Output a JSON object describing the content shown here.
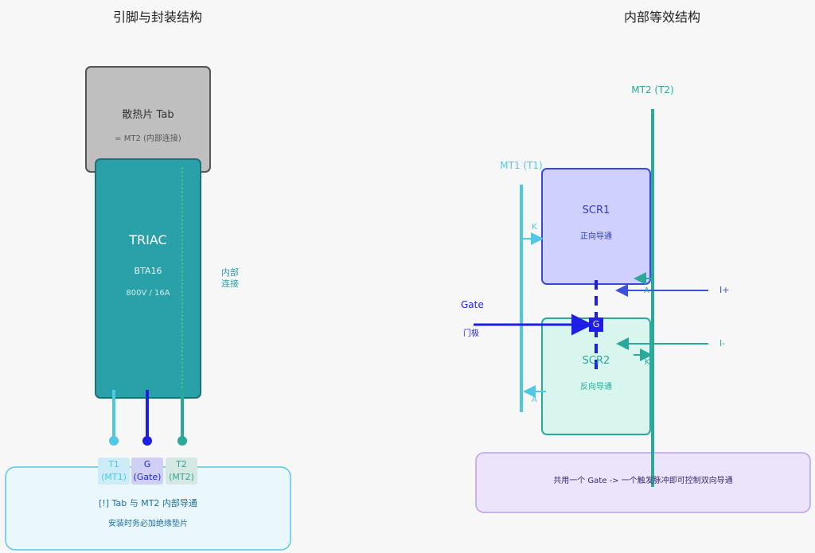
{
  "left": {
    "title": "引脚与封装结构",
    "heatsink": {
      "label": "散热片 Tab",
      "note": "= MT2 (内部连接)"
    },
    "body": {
      "name": "TRIAC",
      "model": "BTA16",
      "rating": "800V / 16A"
    },
    "internal_link": {
      "line1": "内部",
      "line2": "连接"
    },
    "pins": [
      {
        "top": "T1",
        "bottom": "(MT1)",
        "color": "#4ec8e4"
      },
      {
        "top": "G",
        "bottom": "(Gate)",
        "color": "#1e1ee6"
      },
      {
        "top": "T2",
        "bottom": "(MT2)",
        "color": "#2aa89a"
      }
    ],
    "warning": {
      "line1": "[!] Tab 与 MT2 内部导通",
      "line2": "安装时务必加绝缘垫片"
    }
  },
  "right": {
    "title": "内部等效结构",
    "mt2_label": "MT2 (T2)",
    "mt1_label": "MT1 (T1)",
    "scr1": {
      "name": "SCR1",
      "desc": "正向导通",
      "k": "K",
      "a": "A"
    },
    "scr2": {
      "name": "SCR2",
      "desc": "反向导通",
      "k": "K",
      "a": "A"
    },
    "gate": {
      "label": "Gate",
      "sub": "门极",
      "node": "G"
    },
    "currents": {
      "plus": "I+",
      "minus": "I-"
    },
    "summary": "共用一个 Gate -> 一个触发脉冲即可控制双向导通"
  },
  "colors": {
    "teal": "#2aa0a8",
    "cyan": "#4ec8e4",
    "blue": "#1e1ee6",
    "green": "#2aa89a",
    "gray": "#c0c0c0",
    "lavender": "#d0d0ff",
    "mint": "#d8f5ee",
    "purple_box": "#ece4fb"
  }
}
